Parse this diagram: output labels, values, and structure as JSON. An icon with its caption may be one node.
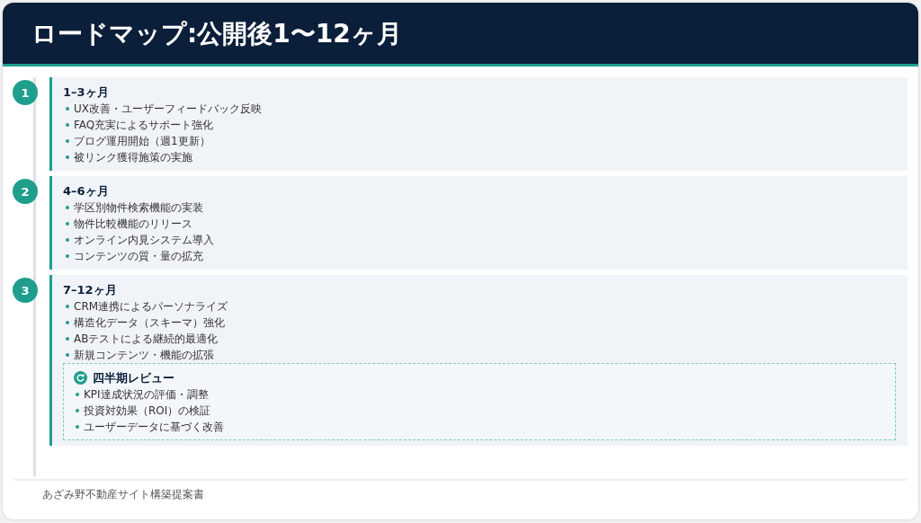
{
  "diagram": {
    "title": "ロードマップ:公開後1〜12ヶ月",
    "nodes": [
      {
        "text": [
          "1"
        ]
      },
      {
        "text": [
          "1–3ヶ月",
          "UX改善・ユーザーフィードバック反映",
          "FAQ充実によるサポート強化",
          "ブログ運用開始（週1更新）",
          "被リンク獲得施策の実施"
        ]
      },
      {
        "text": [
          "2"
        ]
      },
      {
        "text": [
          "4–6ヶ月",
          "学区別物件検索機能の実装",
          "物件比較機能のリリース",
          "オンライン内見システム導入",
          "コンテンツの質・量の拡充"
        ]
      },
      {
        "text": [
          "3"
        ]
      },
      {
        "text": [
          "7–12ヶ月",
          "CRM連携によるパーソナライズ",
          "構造化データ（スキーマ）強化",
          "ABテストによる継続的最適化",
          "新規コンテンツ・機能の拡張"
        ]
      },
      {
        "text": [
          "四半期レビュー",
          "KPI達成状況の評価・調整",
          "投資対効果（ROI）の検証",
          "ユーザーデータに基づく改善"
        ],
        "in": 5
      }
    ],
    "labels": [
      "あざみ野不動産サイト構築提案書"
    ]
  }
}
